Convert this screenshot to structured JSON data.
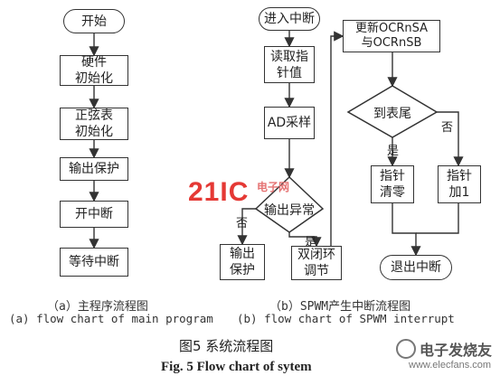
{
  "main_flow": {
    "start": "开始",
    "hw_init": "硬件\n初始化",
    "sine_init": "正弦表\n初始化",
    "output_protect": "输出保护",
    "enable_interrupt": "开中断",
    "wait_interrupt": "等待中断"
  },
  "isr_flow": {
    "enter": "进入中断",
    "read_pointer": "读取指\n针值",
    "ad_sample": "AD采样",
    "decision_abnormal": "输出异常",
    "no_label": "否",
    "yes_label": "是",
    "output_protect": "输出\n保护",
    "closed_loop": "双闭环\n调节",
    "update_ocr": "更新OCRnSA\n与OCRnSB",
    "decision_end": "到表尾",
    "end_yes": "是",
    "end_no": "否",
    "pointer_reset": "指针\n清零",
    "pointer_inc": "指针\n加1",
    "exit": "退出中断"
  },
  "captions": {
    "a_cn": "（a）主程序流程图",
    "a_en": "(a) flow chart of main program",
    "b_cn": "（b）SPWM产生中断流程图",
    "b_en": "(b) flow chart of SPWM interrupt",
    "fig_cn": "图5   系统流程图",
    "fig_en": "Fig. 5   Flow chart of sytem"
  },
  "watermarks": {
    "center_logo": "21IC",
    "center_sub": "电子网",
    "corner_logo": "电子发烧友",
    "corner_sub": "www.elecfans.com"
  },
  "colors": {
    "line": "#333333",
    "watermark_red": "#e53935"
  }
}
